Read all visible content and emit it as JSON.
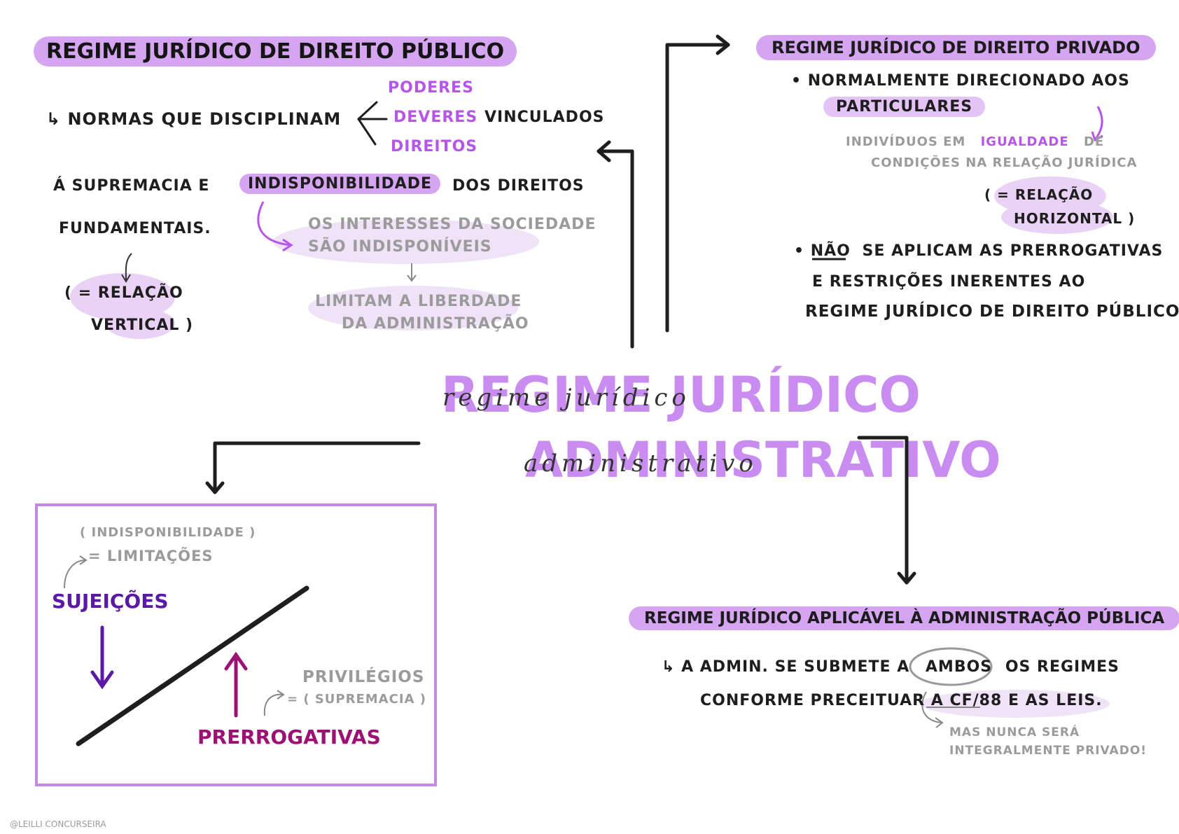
{
  "center": {
    "title_line1": "REGIME JURÍDICO",
    "title_line2": "ADMINISTRATIVO",
    "script_line1": "regime jurídico",
    "script_line2": "administrativo"
  },
  "publico": {
    "title": "REGIME JURÍDICO DE DIREITO PÚBLICO",
    "normas": "↳ NORMAS QUE DISCIPLINAM",
    "items": [
      "PODERES",
      "DEVERES",
      "DIREITOS"
    ],
    "vinculados": "VINCULADOS",
    "supremacia_a": "Á SUPREMACIA E",
    "indisponibilidade": "INDISPONIBILIDADE",
    "dos_direitos": "DOS DIREITOS",
    "fundamentais": "FUNDAMENTAIS.",
    "relacao_1": "( = RELAÇÃO",
    "relacao_2": "VERTICAL )",
    "interesses_1": "OS INTERESSES DA SOCIEDADE",
    "interesses_2": "SÃO INDISPONÍVEIS",
    "limitam_1": "LIMITAM A LIBERDADE",
    "limitam_2": "DA ADMINISTRAÇÃO"
  },
  "privado": {
    "title": "REGIME JURÍDICO DE DIREITO PRIVADO",
    "normalmente": "• NORMALMENTE DIRECIONADO AOS",
    "particulares": "PARTICULARES",
    "individuos_a": "INDIVÍDUOS EM",
    "igualdade": "IGUALDADE",
    "individuos_b": "DE",
    "condicoes": "CONDIÇÕES NA RELAÇÃO JURÍDICA",
    "relacao_1": "( = RELAÇÃO",
    "relacao_2": "HORIZONTAL )",
    "nao": "NÃO",
    "nao_rest": "SE APLICAM AS PRERROGATIVAS",
    "restricoes": "E RESTRIÇÕES INERENTES AO",
    "regime_publico": "REGIME JURÍDICO DE DIREITO PÚBLICO!"
  },
  "aplicavel": {
    "title": "REGIME JURÍDICO APLICÁVEL À ADMINISTRAÇÃO PÚBLICA",
    "line1_a": "↳ A ADMIN. SE SUBMETE A",
    "ambos": "AMBOS",
    "line1_b": "OS REGIMES",
    "line2": "CONFORME PRECEITUAR A CF/88 E AS LEIS.",
    "nunca_1": "MAS NUNCA SERÁ",
    "nunca_2": "INTEGRALMENTE PRIVADO!"
  },
  "box": {
    "indisponibilidade": "( INDISPONIBILIDADE )",
    "limitacoes": "= LIMITAÇÕES",
    "sujeicoes": "SUJEIÇÕES",
    "privilegios": "PRIVILÉGIOS",
    "supremacia": "= ( SUPREMACIA )",
    "prerrogativas": "PRERROGATIVAS"
  },
  "credit": "@LEILLI CONCURSEIRA",
  "colors": {
    "highlight": "#d6a5f2",
    "soft_highlight": "#ead2f7",
    "center_title": "#c98cf0",
    "purple_text": "#b655e8",
    "violet": "#5a1aa4",
    "magenta": "#9c1274",
    "gray": "#9b9b9b",
    "box_border": "#c28ae6"
  }
}
